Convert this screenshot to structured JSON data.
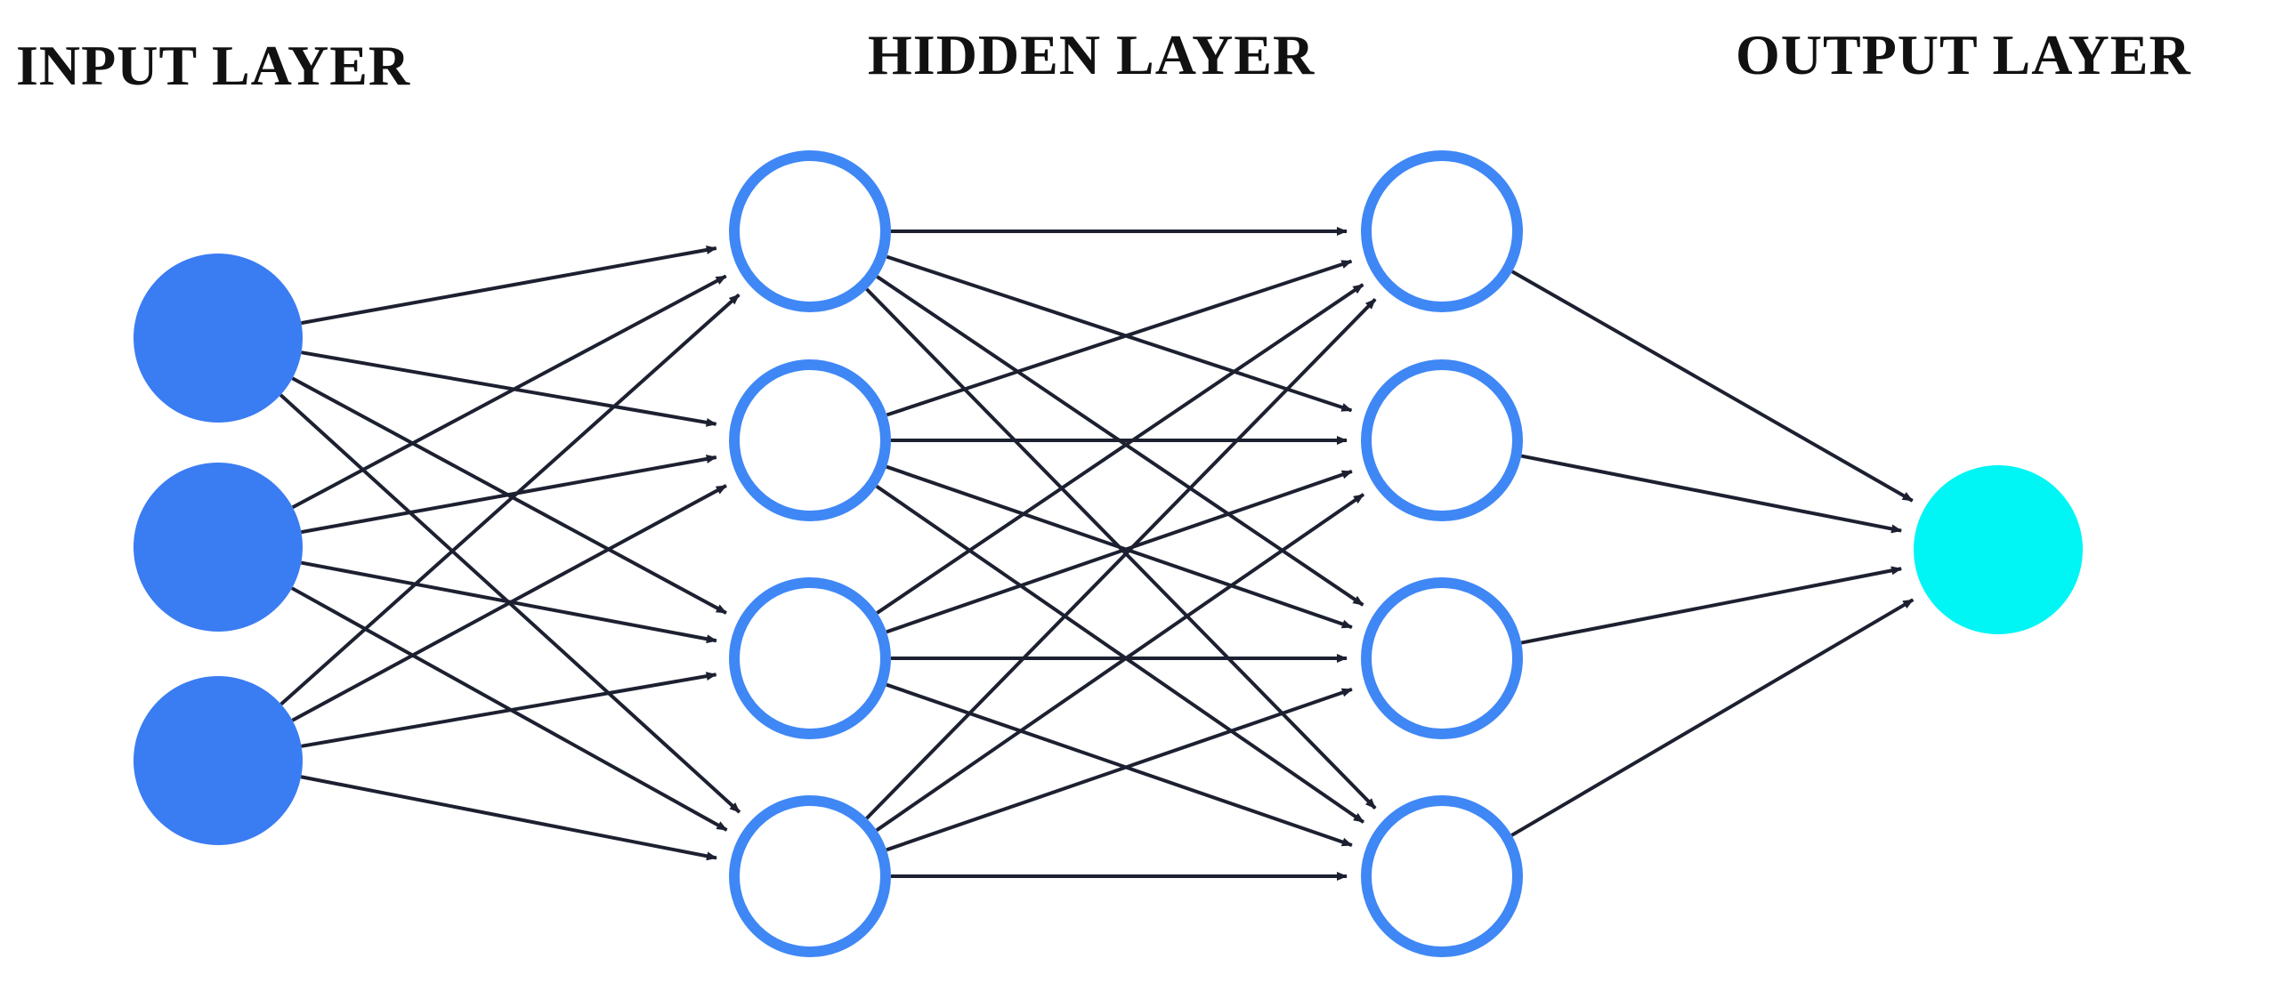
{
  "layers": {
    "input": {
      "title": "INPUT LAYER",
      "node_count": 3
    },
    "hidden": {
      "title": "HIDDEN LAYER",
      "node_count": 4,
      "columns": 2
    },
    "output": {
      "title": "OUTPUT LAYER",
      "node_count": 1
    }
  },
  "connectivity": "fully-connected",
  "colors": {
    "input_node": "#3a7cf2",
    "hidden_node_stroke": "#3f87f5",
    "output_node": "#00f5f5",
    "edge": "#1c2030",
    "text": "#111111"
  }
}
